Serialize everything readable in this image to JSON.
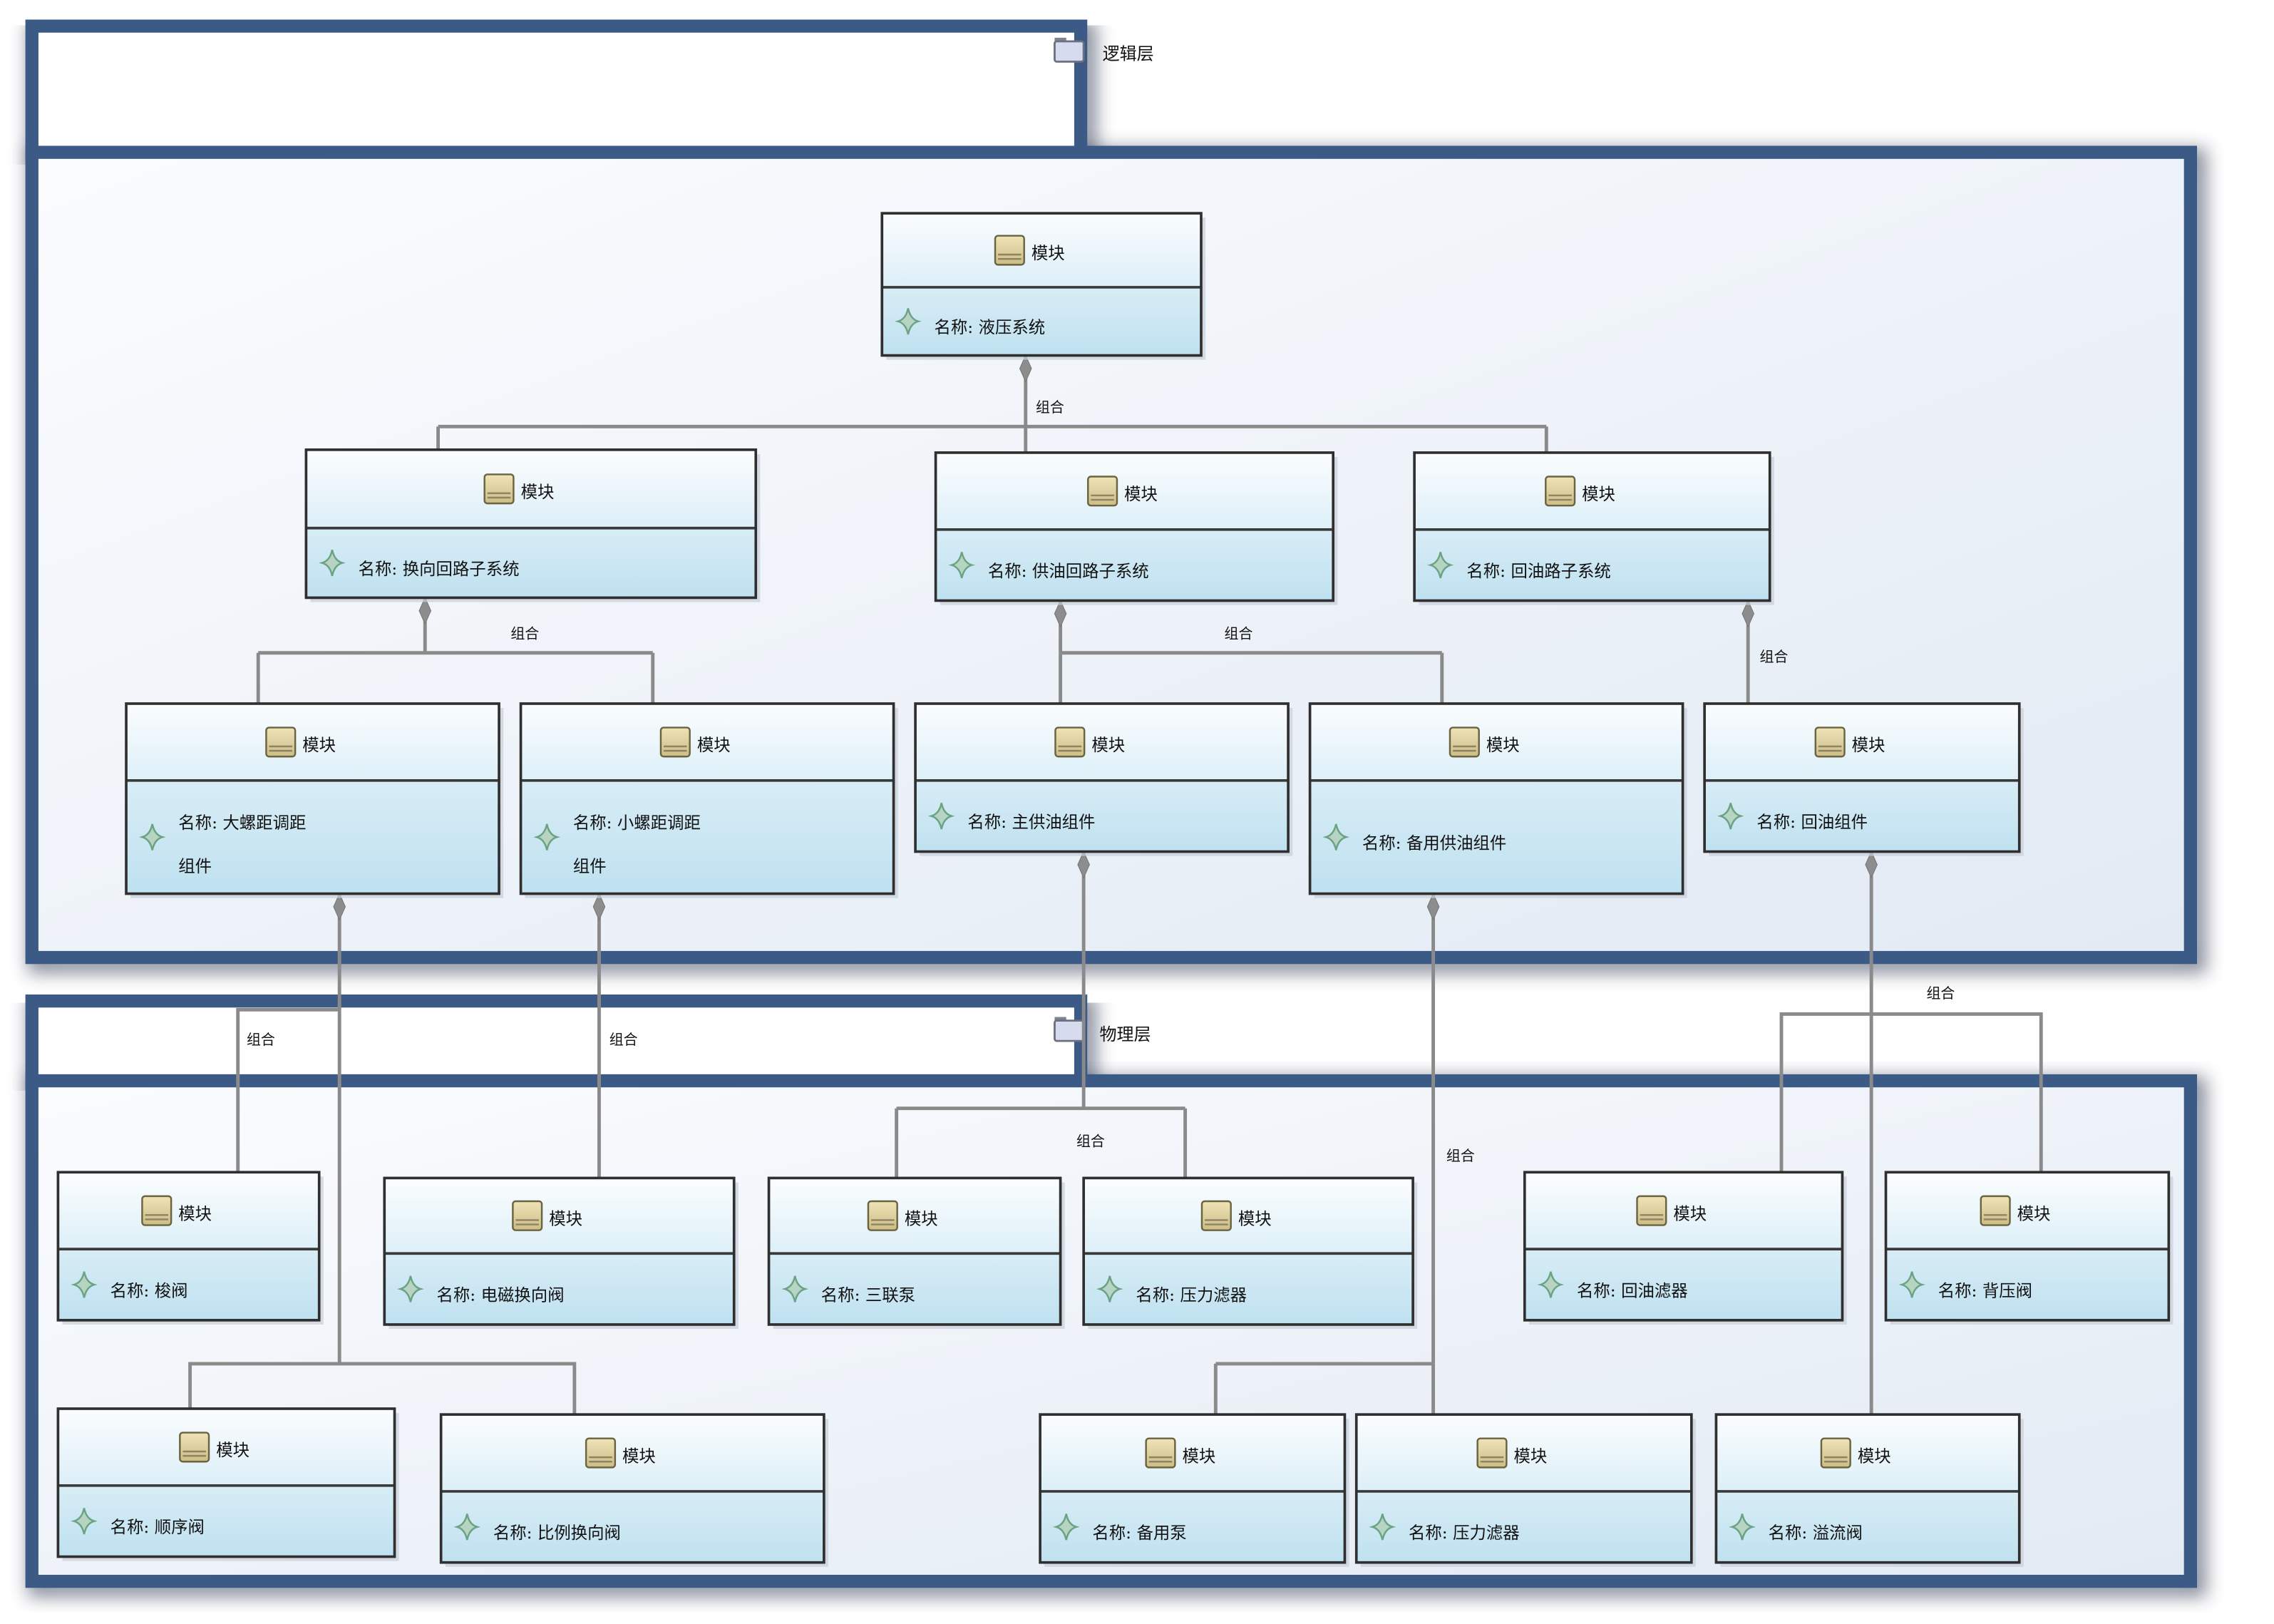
{
  "diagram": {
    "layers": [
      {
        "id": "logic",
        "label": "逻辑层",
        "icon": "package-icon"
      },
      {
        "id": "physical",
        "label": "物理层",
        "icon": "package-icon"
      }
    ],
    "stereotype_label": "模块",
    "attribute_prefix": "名称: ",
    "association_label": "组合",
    "blocks": [
      {
        "id": "hydraulic-system",
        "layer": "logic",
        "name": "液压系统"
      },
      {
        "id": "reversing-subsystem",
        "layer": "logic",
        "name": "换向回路子系统"
      },
      {
        "id": "oil-supply-subsystem",
        "layer": "logic",
        "name": "供油回路子系统"
      },
      {
        "id": "oil-return-subsystem",
        "layer": "logic",
        "name": "回油路子系统"
      },
      {
        "id": "large-pitch-assembly",
        "layer": "logic",
        "name": "大螺距调距组件",
        "lines": [
          "大螺距调距",
          "组件"
        ]
      },
      {
        "id": "small-pitch-assembly",
        "layer": "logic",
        "name": "小螺距调距组件",
        "lines": [
          "小螺距调距",
          "组件"
        ]
      },
      {
        "id": "main-oil-supply-assembly",
        "layer": "logic",
        "name": "主供油组件"
      },
      {
        "id": "backup-oil-supply-assembly",
        "layer": "logic",
        "name": "备用供油组件"
      },
      {
        "id": "oil-return-assembly",
        "layer": "logic",
        "name": "回油组件"
      },
      {
        "id": "shuttle-valve",
        "layer": "physical",
        "name": "梭阀"
      },
      {
        "id": "solenoid-directional-valve",
        "layer": "physical",
        "name": "电磁换向阀"
      },
      {
        "id": "triple-pump",
        "layer": "physical",
        "name": "三联泵"
      },
      {
        "id": "pressure-filter-1",
        "layer": "physical",
        "name": "压力滤器"
      },
      {
        "id": "return-oil-filter",
        "layer": "physical",
        "name": "回油滤器"
      },
      {
        "id": "back-pressure-valve",
        "layer": "physical",
        "name": "背压阀"
      },
      {
        "id": "sequence-valve",
        "layer": "physical",
        "name": "顺序阀"
      },
      {
        "id": "proportional-directional-valve",
        "layer": "physical",
        "name": "比例换向阀"
      },
      {
        "id": "backup-pump",
        "layer": "physical",
        "name": "备用泵"
      },
      {
        "id": "pressure-filter-2",
        "layer": "physical",
        "name": "压力滤器"
      },
      {
        "id": "relief-valve",
        "layer": "physical",
        "name": "溢流阀"
      }
    ],
    "compositions": [
      {
        "whole": "hydraulic-system",
        "parts": [
          "reversing-subsystem",
          "oil-supply-subsystem",
          "oil-return-subsystem"
        ],
        "label": "组合"
      },
      {
        "whole": "reversing-subsystem",
        "parts": [
          "large-pitch-assembly",
          "small-pitch-assembly"
        ],
        "label": "组合"
      },
      {
        "whole": "oil-supply-subsystem",
        "parts": [
          "main-oil-supply-assembly",
          "backup-oil-supply-assembly"
        ],
        "label": "组合"
      },
      {
        "whole": "oil-return-subsystem",
        "parts": [
          "oil-return-assembly"
        ],
        "label": "组合"
      },
      {
        "whole": "large-pitch-assembly",
        "parts": [
          "shuttle-valve",
          "sequence-valve",
          "proportional-directional-valve"
        ],
        "label": "组合"
      },
      {
        "whole": "small-pitch-assembly",
        "parts": [
          "solenoid-directional-valve"
        ],
        "label": "组合"
      },
      {
        "whole": "main-oil-supply-assembly",
        "parts": [
          "triple-pump",
          "pressure-filter-1"
        ],
        "label": "组合"
      },
      {
        "whole": "backup-oil-supply-assembly",
        "parts": [
          "backup-pump",
          "pressure-filter-2"
        ],
        "label": "组合"
      },
      {
        "whole": "oil-return-assembly",
        "parts": [
          "return-oil-filter",
          "back-pressure-valve",
          "relief-valve"
        ],
        "label": "组合"
      }
    ],
    "colors": {
      "frame_border": "#3b5a86",
      "block_header": "#eef6fb",
      "block_attribute": "#c6e3f0",
      "connector": "#8a8a8a",
      "attribute_icon": "#6aa283",
      "block_icon": "#d9cc9c"
    }
  }
}
